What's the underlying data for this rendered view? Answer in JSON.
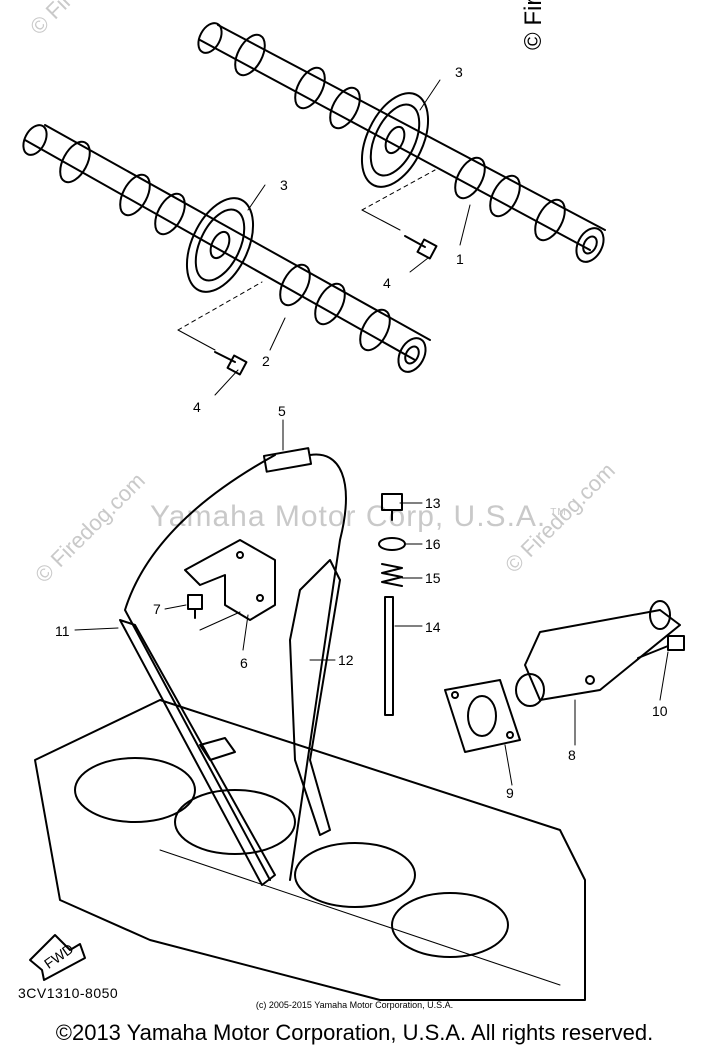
{
  "watermarks": {
    "main": "Yamaha Motor Corp, U.S.A.",
    "tm": "TM",
    "site": "© Firedog.com",
    "site_short": "© Fire"
  },
  "callouts": [
    "1",
    "2",
    "3",
    "3",
    "4",
    "4",
    "5",
    "6",
    "7",
    "8",
    "9",
    "10",
    "11",
    "12",
    "13",
    "14",
    "15",
    "16"
  ],
  "fwd_label": "FWD",
  "part_code": "3CV1310-8050",
  "small_copyright": "(c) 2005-2015 Yamaha Motor Corporation, U.S.A.",
  "copyright": "©2013 Yamaha Motor Corporation, U.S.A. All rights reserved."
}
